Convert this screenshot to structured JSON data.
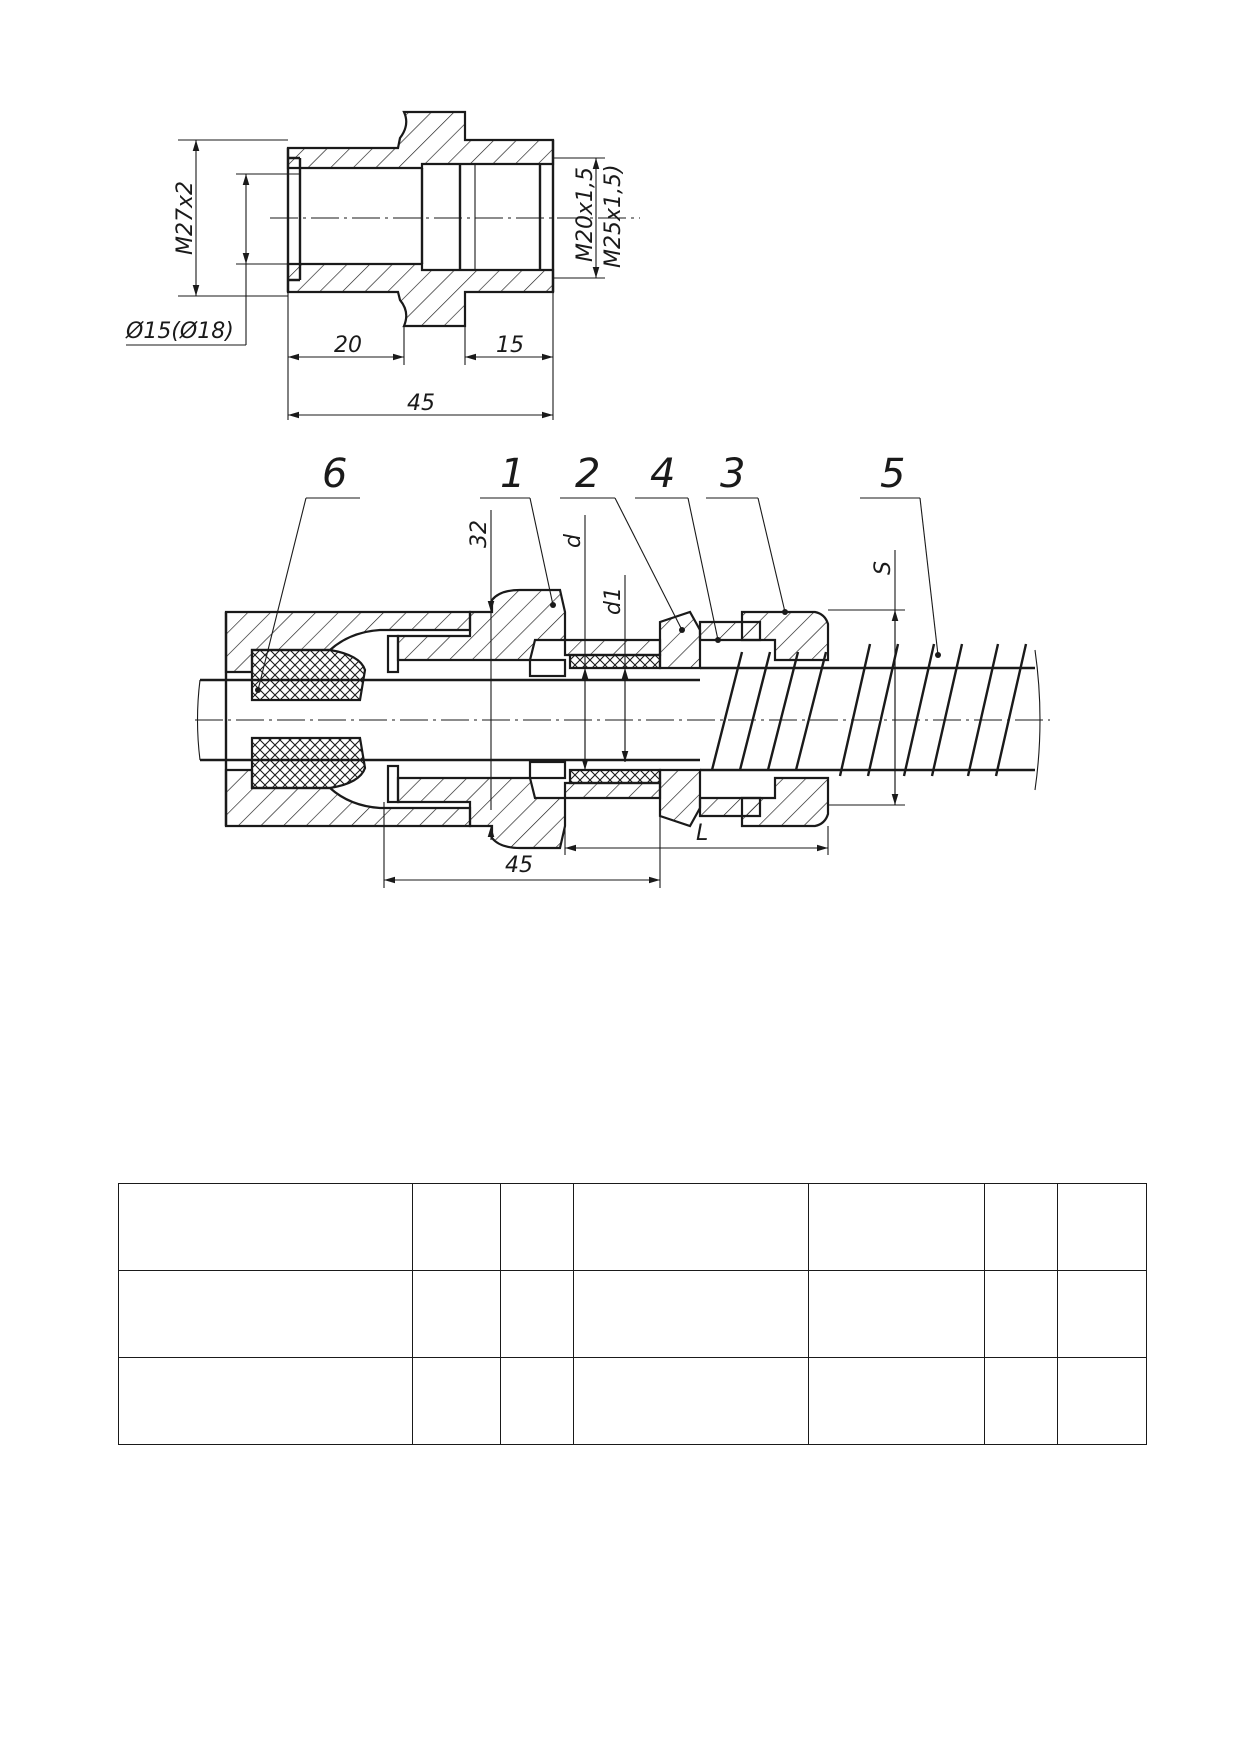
{
  "fitting_view": {
    "thread_outer": "M27x2",
    "bore_diameter": "Ø15(Ø18)",
    "thread_inner": "M20x1,5",
    "thread_inner_alt": "M25x1,5)",
    "dim_left_length": "20",
    "dim_right_length": "15",
    "dim_total_length": "45"
  },
  "assembly_view": {
    "position_labels": [
      "6",
      "1",
      "2",
      "4",
      "3",
      "5"
    ],
    "dim_32": "32",
    "dim_d": "d",
    "dim_d1": "d1",
    "dim_S": "S",
    "dim_L": "L",
    "dim_45": "45"
  },
  "spec_table": {
    "rows": [
      [
        "",
        "",
        "",
        "",
        "",
        "",
        ""
      ],
      [
        "",
        "",
        "",
        "",
        "",
        "",
        ""
      ],
      [
        "",
        "",
        "",
        "",
        "",
        "",
        ""
      ]
    ]
  }
}
